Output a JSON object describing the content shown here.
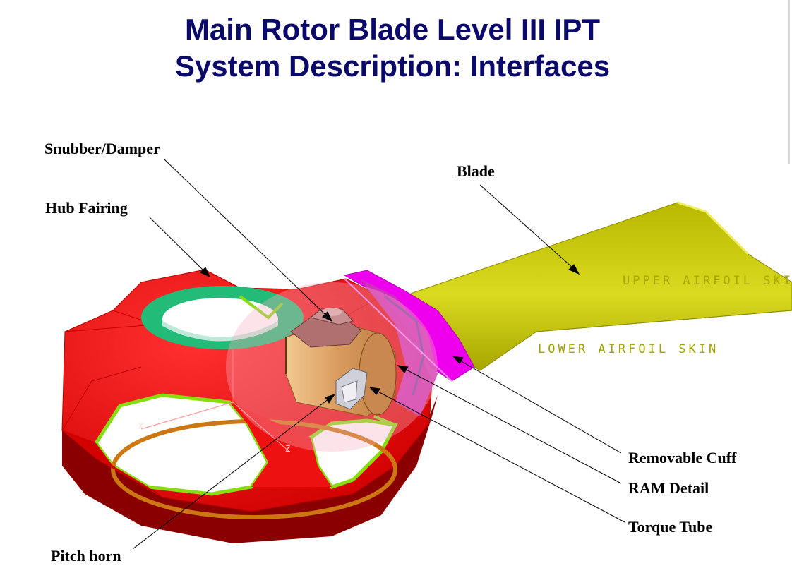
{
  "title": {
    "line1": "Main Rotor Blade Level III IPT",
    "line2": "System Description: Interfaces"
  },
  "callouts": {
    "snubber_damper": "Snubber/Damper",
    "blade": "Blade",
    "hub_fairing": "Hub Fairing",
    "removable_cuff": "Removable Cuff",
    "ram_detail": "RAM Detail",
    "torque_tube": "Torque Tube",
    "pitch_horn": "Pitch horn"
  },
  "model_labels": {
    "upper_skin": "UPPER AIRFOIL SKI",
    "lower_skin": "LOWER AIRFOIL SKIN",
    "axis_x": "X",
    "axis_z": "Z"
  },
  "colors": {
    "title": "#0b0a6b",
    "hub": "#ee1111",
    "hub_dark": "#8a0000",
    "blade": "#c4c400",
    "cuff": "#ee00ee",
    "ring": "#22bb77",
    "edge_green": "#88dd11",
    "torque_tube": "#d49a5a",
    "ring_orange": "#cc7711"
  }
}
